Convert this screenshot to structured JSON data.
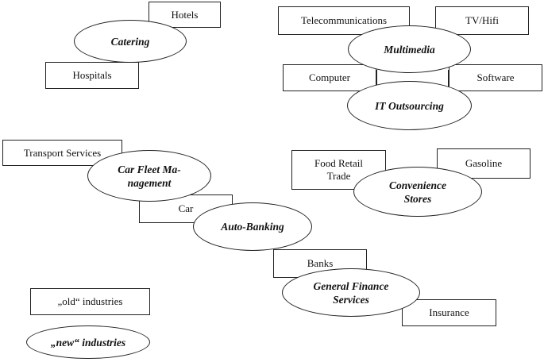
{
  "clusters": {
    "catering": {
      "ellipse": "Catering",
      "boxes": [
        "Hotels",
        "Hospitals"
      ]
    },
    "multimedia": {
      "ellipse": "Multimedia",
      "boxes": [
        "Telecommunications",
        "TV/Hifi"
      ]
    },
    "it_outsourcing": {
      "ellipse": "IT Outsourcing",
      "boxes": [
        "Computer",
        "Software"
      ]
    },
    "car_fleet": {
      "ellipse": "Car Fleet Ma-\nnagement",
      "boxes": [
        "Transport Services",
        "Car"
      ]
    },
    "auto_banking": {
      "ellipse": "Auto-Banking",
      "boxes": [
        "Banks"
      ]
    },
    "convenience": {
      "ellipse": "Convenience\nStores",
      "boxes": [
        "Food Retail\nTrade",
        "Gasoline"
      ]
    },
    "finance": {
      "ellipse": "General Finance\nServices",
      "boxes": [
        "Insurance"
      ]
    }
  },
  "legend": {
    "old": "„old“ industries",
    "new": "„new“ industries"
  }
}
